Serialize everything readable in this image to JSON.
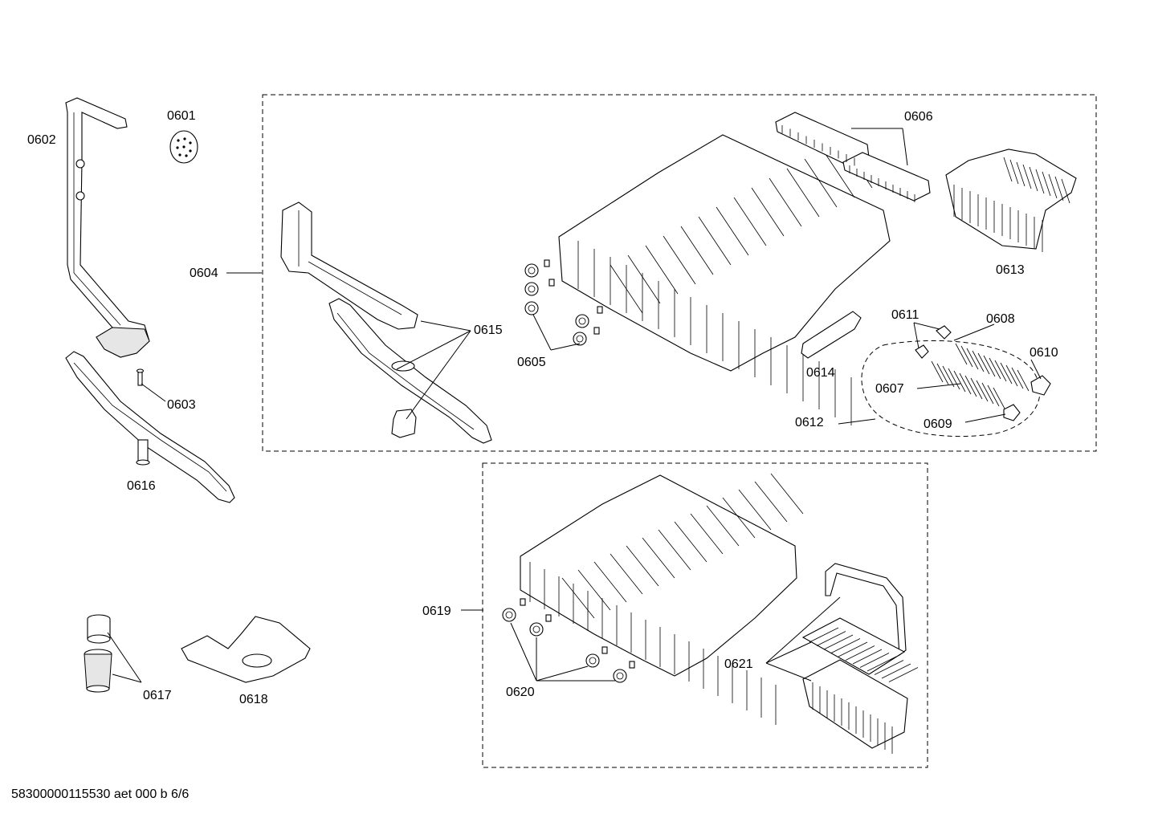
{
  "diagram": {
    "callouts": {
      "c0601": "0601",
      "c0602": "0602",
      "c0603": "0603",
      "c0604": "0604",
      "c0605": "0605",
      "c0606": "0606",
      "c0607": "0607",
      "c0608": "0608",
      "c0609": "0609",
      "c0610": "0610",
      "c0611": "0611",
      "c0612": "0612",
      "c0613": "0613",
      "c0614": "0614",
      "c0615": "0615",
      "c0616": "0616",
      "c0617": "0617",
      "c0618": "0618",
      "c0619": "0619",
      "c0620": "0620",
      "c0621": "0621"
    },
    "footer_code": "58300000115530 aet 000 b 6/6"
  }
}
